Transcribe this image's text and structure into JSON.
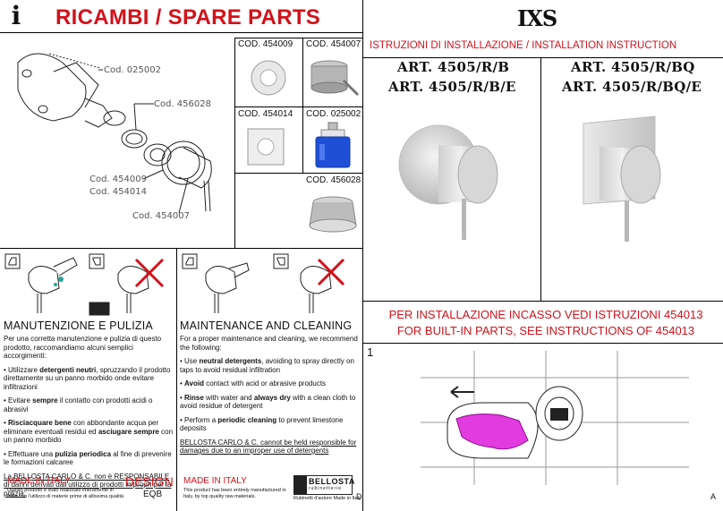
{
  "left": {
    "header": {
      "icon_letter": "i",
      "title": "RICAMBI / SPARE PARTS"
    },
    "exploded_labels": [
      "Cod. 025002",
      "Cod. 456028",
      "Cod. 454009",
      "Cod. 454014",
      "Cod. 454007"
    ],
    "codes": [
      "COD. 454009",
      "COD. 454007",
      "COD. 454014",
      "COD. 025002",
      "COD. 456028"
    ],
    "maint_it": {
      "title": "MANUTENZIONE E PULIZIA",
      "intro": "Per una corretta manutenzione e pulizia di questo prodotto, raccomandiamo alcuni semplici accorgimenti:",
      "p1_pre": "• Utilizzare ",
      "p1_bold": "detergenti neutri",
      "p1_post": ", spruzzando il prodotto direttamente su un panno morbido onde evitare infiltrazioni",
      "p2_pre": "• Evitare ",
      "p2_bold": "sempre",
      "p2_post": " il contatto con prodotti acidi o abrasivi",
      "p3_bold1": "Risciacquare bene",
      "p3_mid": " con abbondante acqua per eliminare eventuali residui ed ",
      "p3_bold2": "asciugare sempre",
      "p3_post": " con un panno morbido",
      "p4_pre": "• Effettuare una ",
      "p4_bold": "pulizia periodica",
      "p4_post": " al fine di prevenire le formazioni calcaree",
      "disclaimer": "La BELLOSTA CARLO & C. non è RESPONSABILE di danni derivati dall'utilizzo di prodotti impropri per la pulizia."
    },
    "maint_en": {
      "title": "MAINTENANCE AND CLEANING",
      "intro": "For a proper maintenance and cleaning, we recommend the following:",
      "p1_pre": "• Use ",
      "p1_bold": "neutral detergents",
      "p1_post": ", avoiding to spray directly on taps to avoid residual infiltration",
      "p2_bold": "Avoid",
      "p2_post": " contact with acid or abrasive products",
      "p3_bold1": "Rinse",
      "p3_mid": " with water and ",
      "p3_bold2": "always dry",
      "p3_post": " with a clean cloth to avoid residue of detergent",
      "p4_pre": "• Perform a ",
      "p4_bold": "periodic cleaning",
      "p4_post": " to prevent limestone deposits",
      "disclaimer": "BELLOSTA CARLO & C. cannot be held responsible for damages due to an improper use of detergents"
    },
    "footer": {
      "made_it": "MADE IN ITALY",
      "made_it_text": "Questo prodotto è stato realizzato interamente in Italia con l'utilizzo di materie prime di altissima qualità",
      "design": "DESIGN",
      "design_sub": "EQB",
      "made_en": "MADE IN ITALY",
      "made_en_text": "This product has been entirely manufactured in Italy, by top quality raw materials.",
      "brand": "BELLOSTA",
      "brand_sub": "rubinetterie",
      "brand_tag": "Rubinetti d'autore Made in Italy",
      "page_letter": "D"
    }
  },
  "right": {
    "logo": "IXS",
    "install_title": "ISTRUZIONI DI INSTALLAZIONE / INSTALLATION INSTRUCTION",
    "art_left": [
      "ART. 4505/R/B",
      "ART. 4505/R/B/E"
    ],
    "art_right": [
      "ART. 4505/R/BQ",
      "ART. 4505/R/BQ/E"
    ],
    "note_it": "PER INSTALLAZIONE INCASSO VEDI ISTRUZIONI 454013",
    "note_en": "FOR BUILT-IN PARTS, SEE INSTRUCTIONS OF 454013",
    "step_number": "1",
    "page_letter": "A"
  },
  "colors": {
    "accent_red": "#d1121b",
    "hand_magenta": "#e23be0",
    "valve_blue": "#1f4fd6"
  }
}
